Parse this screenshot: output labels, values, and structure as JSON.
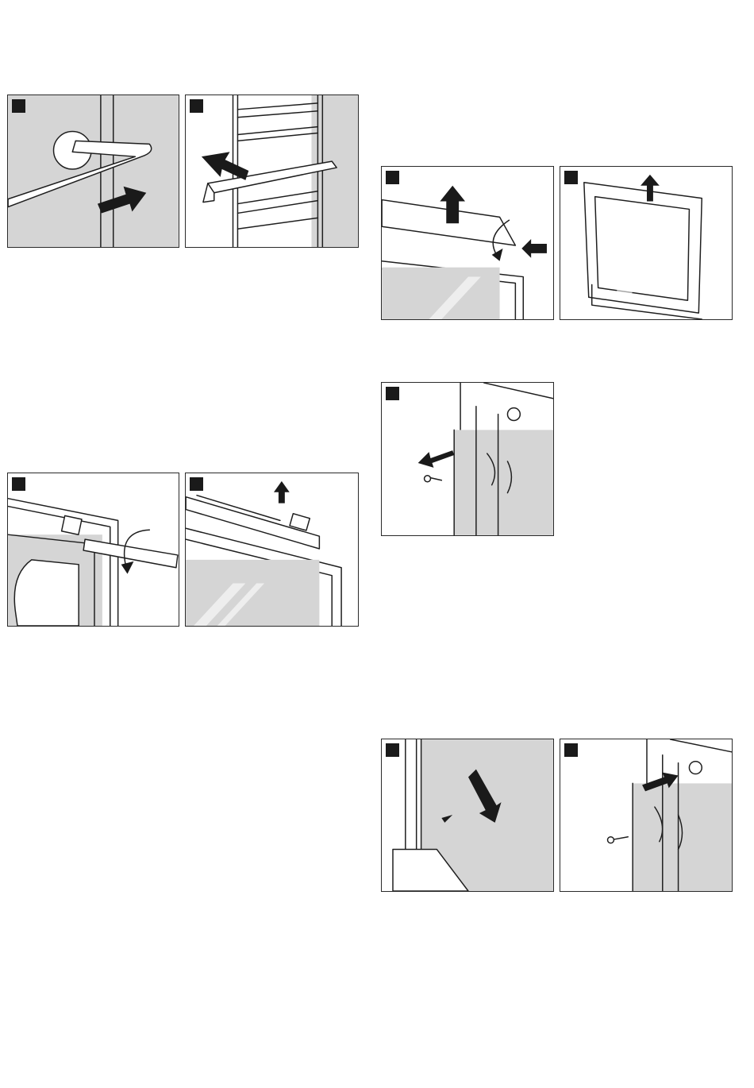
{
  "figures": [
    {
      "id": "rail-unhook",
      "icon": "rail-unhook-illustration"
    },
    {
      "id": "rack-remove",
      "icon": "rack-remove-illustration"
    },
    {
      "id": "hinge-screw-turn",
      "icon": "screwdriver-illustration"
    },
    {
      "id": "trim-lift",
      "icon": "trim-lift-illustration"
    },
    {
      "id": "cover-unscrew-lift",
      "icon": "cover-lift-illustration"
    },
    {
      "id": "glass-pane-lift",
      "icon": "glass-pane-illustration"
    },
    {
      "id": "bracket-remove",
      "icon": "bracket-remove-illustration"
    },
    {
      "id": "pane-insert",
      "icon": "pane-insert-illustration"
    },
    {
      "id": "bracket-refit",
      "icon": "bracket-refit-illustration"
    }
  ],
  "colors": {
    "frame": "#2a2a2a",
    "shading": "#d5d5d5",
    "marker": "#1a1a1a",
    "background": "#ffffff"
  }
}
